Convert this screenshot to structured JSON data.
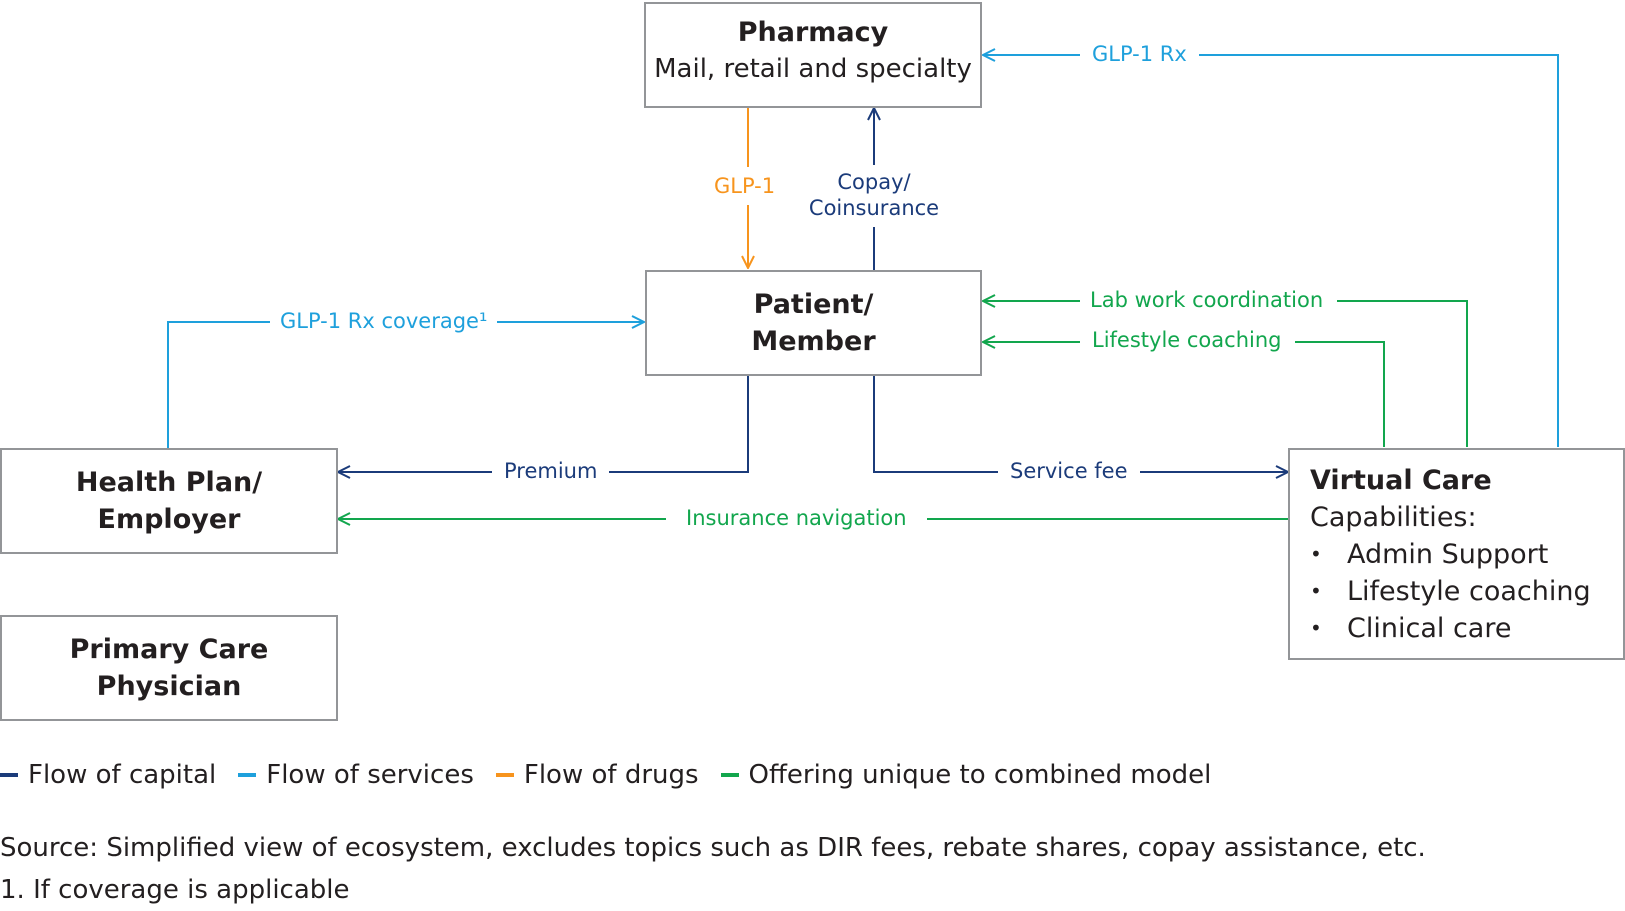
{
  "colors": {
    "capital": "#1b3b7a",
    "services": "#1ea0dc",
    "drugs": "#f7941d",
    "combined": "#12a64d",
    "box_border": "#939598",
    "text": "#231f20"
  },
  "nodes": {
    "pharmacy": {
      "title": "Pharmacy",
      "subtitle": "Mail, retail and specialty"
    },
    "patient": {
      "title_line1": "Patient/",
      "title_line2": "Member"
    },
    "health_plan": {
      "title_line1": "Health Plan/",
      "title_line2": "Employer"
    },
    "pcp": {
      "title_line1": "Primary Care",
      "title_line2": "Physician"
    },
    "virtual_care": {
      "title": "Virtual Care",
      "subtitle": "Capabilities:",
      "bullet": "•",
      "capabilities": [
        "Admin Support",
        "Lifestyle coaching",
        "Clinical care"
      ]
    }
  },
  "flows": {
    "glp1_rx": {
      "label": "GLP-1 Rx",
      "type": "services"
    },
    "glp1": {
      "label": "GLP-1",
      "type": "drugs"
    },
    "copay": {
      "label_line1": "Copay/",
      "label_line2": "Coinsurance",
      "type": "capital"
    },
    "glp1_coverage": {
      "label": "GLP-1 Rx coverage¹",
      "type": "services"
    },
    "lab_work": {
      "label": "Lab work coordination",
      "type": "combined"
    },
    "lifestyle": {
      "label": "Lifestyle coaching",
      "type": "combined"
    },
    "premium": {
      "label": "Premium",
      "type": "capital"
    },
    "service_fee": {
      "label": "Service fee",
      "type": "capital"
    },
    "insurance_nav": {
      "label": "Insurance navigation",
      "type": "combined"
    }
  },
  "legend": [
    {
      "label": "Flow of capital",
      "color": "#1b3b7a"
    },
    {
      "label": "Flow of services",
      "color": "#1ea0dc"
    },
    {
      "label": "Flow of drugs",
      "color": "#f7941d"
    },
    {
      "label": "Offering unique to combined model",
      "color": "#12a64d"
    }
  ],
  "notes": {
    "source": "Source: Simplified view of ecosystem, excludes topics such as DIR fees, rebate shares, copay assistance, etc.",
    "footnote": "1. If coverage is applicable"
  }
}
